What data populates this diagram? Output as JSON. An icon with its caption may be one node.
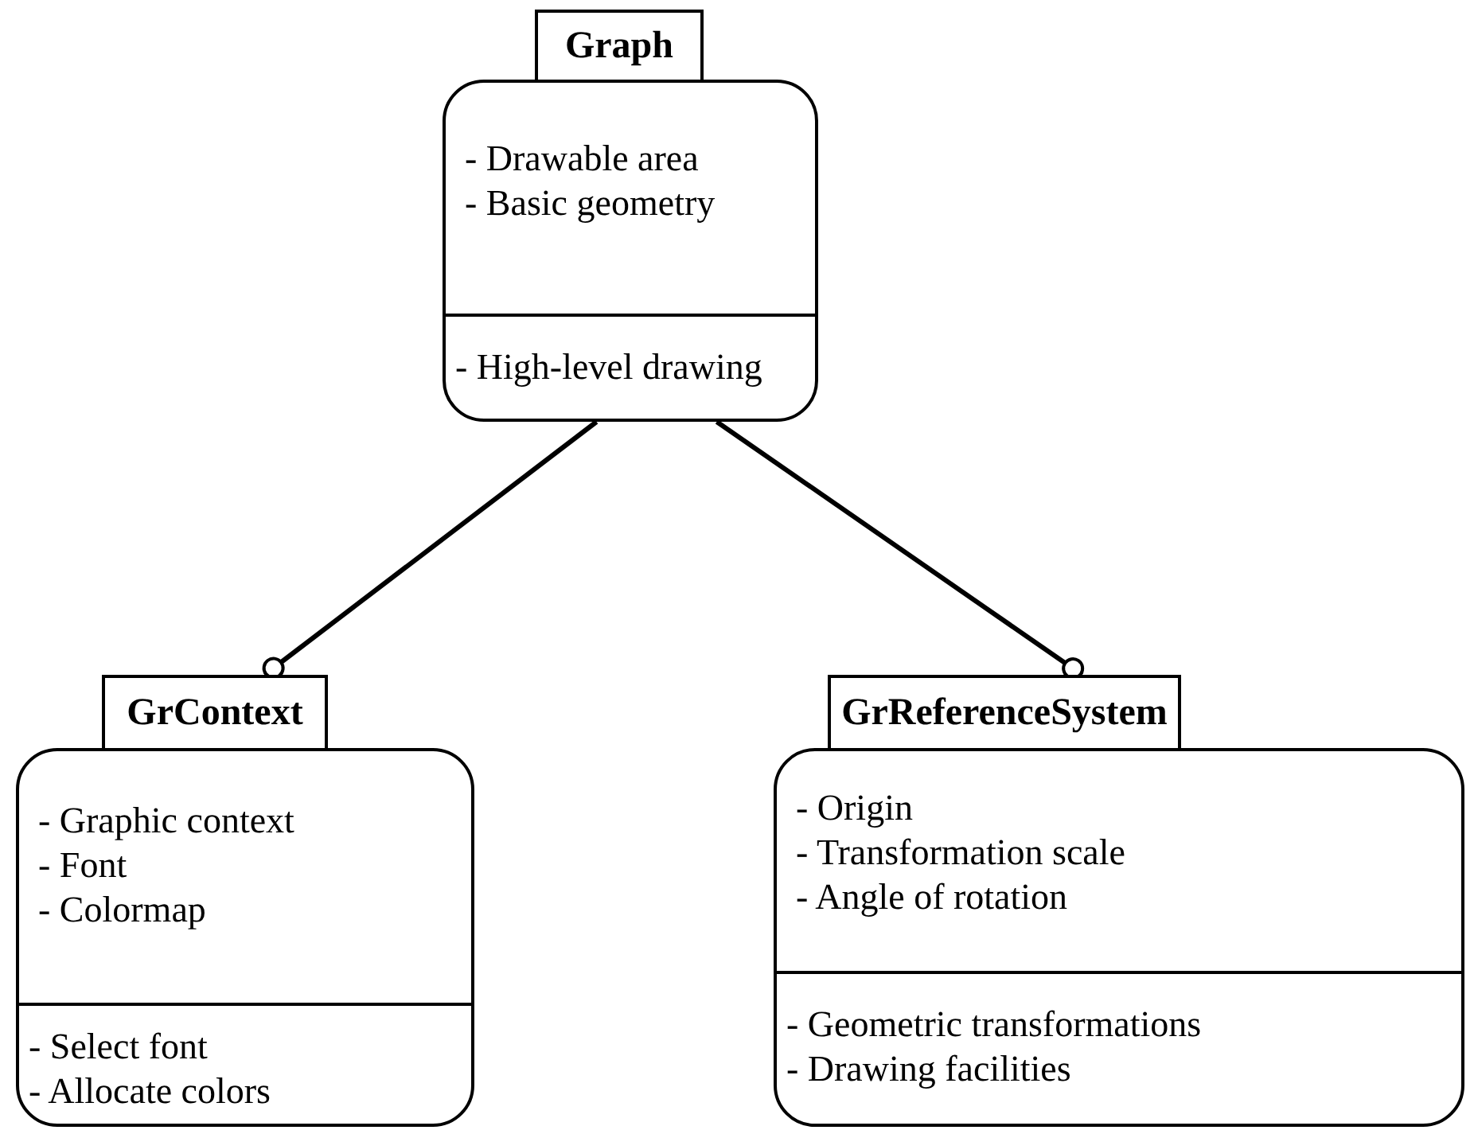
{
  "diagram": {
    "nodes": [
      {
        "text": [
          "Graph",
          "- Drawable area",
          "- Basic geometry",
          "- High-level drawing"
        ]
      },
      {
        "text": [
          "GrContext",
          "- Graphic context",
          "- Font",
          "- Colormap",
          "- Select font",
          "- Allocate colors"
        ]
      },
      {
        "text": [
          "GrReferenceSystem",
          "- Origin",
          "- Transformation scale",
          "- Angle of rotation",
          "- Geometric transformations",
          "- Drawing facilities"
        ]
      }
    ],
    "edges": [
      {
        "from": 0,
        "to": 1,
        "arrow": "other"
      },
      {
        "from": 0,
        "to": 2,
        "arrow": "other"
      }
    ]
  }
}
